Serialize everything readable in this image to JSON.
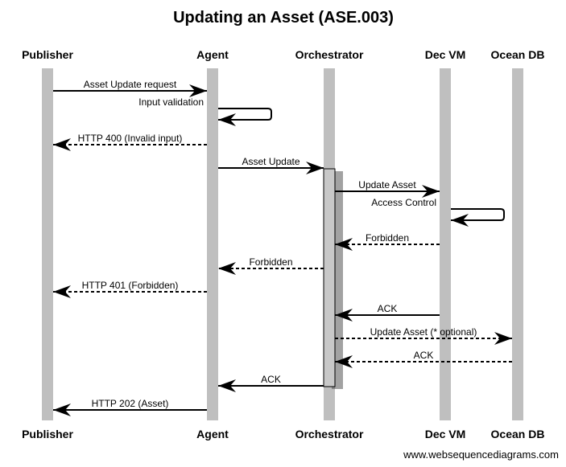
{
  "title": "Updating an Asset (ASE.003)",
  "credit": "www.websequencediagrams.com",
  "colors": {
    "lifeline": "#bfbfbf",
    "activation": "#c8c8c8",
    "line": "#000000",
    "background": "#ffffff"
  },
  "participants": [
    {
      "id": "publisher",
      "label": "Publisher"
    },
    {
      "id": "agent",
      "label": "Agent"
    },
    {
      "id": "orchestrator",
      "label": "Orchestrator"
    },
    {
      "id": "decvm",
      "label": "Dec VM"
    },
    {
      "id": "oceandb",
      "label": "Ocean DB"
    }
  ],
  "messages": [
    {
      "from": "publisher",
      "to": "agent",
      "label": "Asset Update request",
      "style": "solid"
    },
    {
      "from": "agent",
      "to": "agent",
      "label": "Input validation",
      "style": "solid"
    },
    {
      "from": "agent",
      "to": "publisher",
      "label": "HTTP 400 (Invalid input)",
      "style": "dashed"
    },
    {
      "from": "agent",
      "to": "orchestrator",
      "label": "Asset Update",
      "style": "solid"
    },
    {
      "from": "orchestrator",
      "to": "decvm",
      "label": "Update Asset",
      "style": "solid"
    },
    {
      "from": "decvm",
      "to": "decvm",
      "label": "Access Control",
      "style": "solid"
    },
    {
      "from": "decvm",
      "to": "orchestrator",
      "label": "Forbidden",
      "style": "dashed"
    },
    {
      "from": "orchestrator",
      "to": "agent",
      "label": "Forbidden",
      "style": "dashed"
    },
    {
      "from": "agent",
      "to": "publisher",
      "label": "HTTP 401 (Forbidden)",
      "style": "dashed"
    },
    {
      "from": "decvm",
      "to": "orchestrator",
      "label": "ACK",
      "style": "solid"
    },
    {
      "from": "orchestrator",
      "to": "oceandb",
      "label": "Update Asset (* optional)",
      "style": "dashed"
    },
    {
      "from": "oceandb",
      "to": "orchestrator",
      "label": "ACK",
      "style": "dashed"
    },
    {
      "from": "orchestrator",
      "to": "agent",
      "label": "ACK",
      "style": "solid"
    },
    {
      "from": "agent",
      "to": "publisher",
      "label": "HTTP 202 (Asset)",
      "style": "solid"
    }
  ]
}
